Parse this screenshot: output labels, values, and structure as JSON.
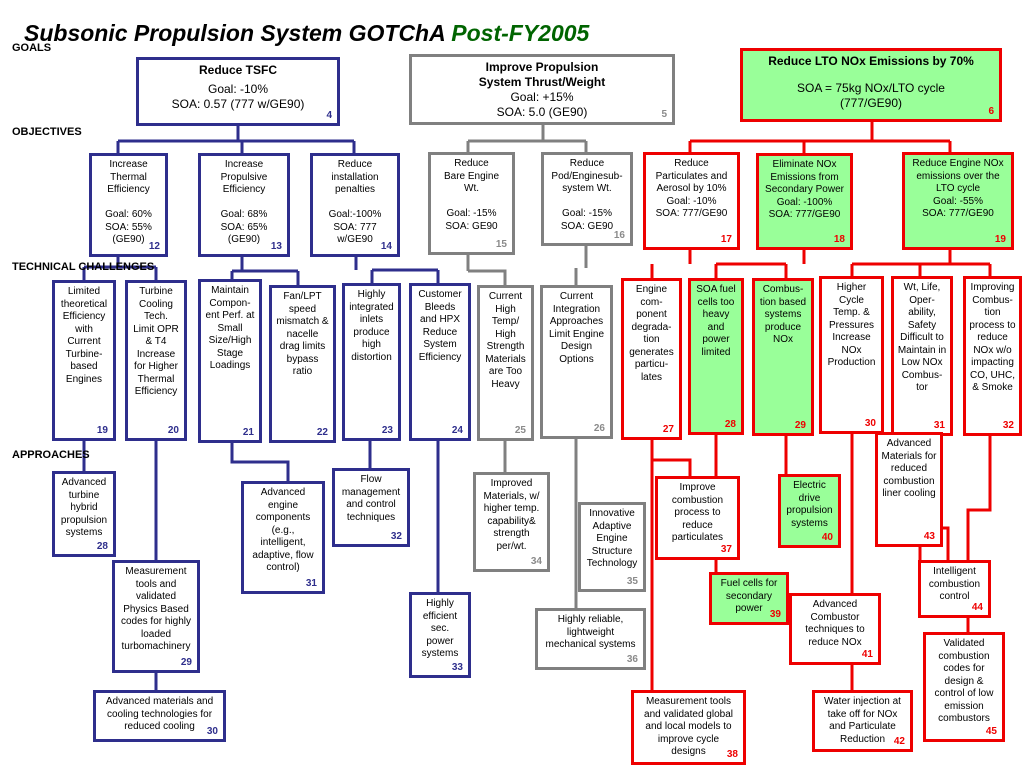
{
  "title": {
    "main": "Subsonic  Propulsion System GOTChA ",
    "highlight": "Post-FY2005"
  },
  "sections": {
    "goals": "GOALS",
    "objectives": "OBJECTIVES",
    "challenges": "TECHNICAL CHALLENGES",
    "approaches": "APPROACHES"
  },
  "colors": {
    "blue": "#2e2e8c",
    "gray": "#808080",
    "red": "#ee0000",
    "green_fill": "#99ff99",
    "highlight": "#006400"
  },
  "goals": {
    "g4": {
      "title": "Reduce TSFC",
      "body": "Goal: -10%\nSOA:  0.57 (777 w/GE90)",
      "num": "4"
    },
    "g5": {
      "title": "Improve Propulsion\nSystem Thrust/Weight",
      "body": "Goal: +15%\nSOA:  5.0  (GE90)",
      "num": "5"
    },
    "g6": {
      "title": "Reduce LTO NOx Emissions by 70%",
      "body": "SOA = 75kg NOx/LTO cycle\n(777/GE90)",
      "num": "6"
    }
  },
  "objectives": {
    "o12": {
      "text": "Increase\nThermal\nEfficiency\n\nGoal: 60%\nSOA: 55%\n(GE90)",
      "num": "12"
    },
    "o13": {
      "text": "Increase\nPropulsive\nEfficiency\n\nGoal: 68%\nSOA: 65%\n(GE90)",
      "num": "13"
    },
    "o14": {
      "text": "Reduce\ninstallation\npenalties\n\nGoal:-100%\nSOA: 777\nw/GE90",
      "num": "14"
    },
    "o15": {
      "text": "Reduce\nBare Engine\nWt.\n\nGoal:   -15%\nSOA: GE90",
      "num": "15"
    },
    "o16": {
      "text": "Reduce\nPod/Enginesub-\nsystem Wt.\n\nGoal:   -15%\nSOA: GE90",
      "num": "16"
    },
    "o17": {
      "text": "Reduce\nParticulates and\nAerosol by 10%\nGoal: -10%\nSOA: 777/GE90",
      "num": "17"
    },
    "o18": {
      "text": "Eliminate NOx\nEmissions from\nSecondary Power\nGoal: -100%\nSOA: 777/GE90",
      "num": "18"
    },
    "o19": {
      "text": "Reduce Engine NOx\nemissions over the\nLTO cycle\nGoal: -55%\nSOA: 777/GE90",
      "num": "19"
    }
  },
  "challenges": {
    "c19": {
      "text": "Limited\ntheoretical\nEfficiency\nwith\nCurrent\nTurbine-\nbased\nEngines",
      "num": "19"
    },
    "c20": {
      "text": "Turbine\nCooling\nTech.\nLimit OPR\n& T4\nIncrease\nfor Higher\nThermal\nEfficiency",
      "num": "20"
    },
    "c21": {
      "text": "Maintain\nCompon-\nent Perf. at\nSmall\nSize/High\nStage\nLoadings",
      "num": "21"
    },
    "c22": {
      "text": "Fan/LPT\nspeed\nmismatch &\nnacelle\ndrag limits\nbypass\nratio",
      "num": "22"
    },
    "c23": {
      "text": "Highly\nintegrated\ninlets\nproduce\nhigh\ndistortion",
      "num": "23"
    },
    "c24": {
      "text": "Customer\nBleeds\nand HPX\nReduce\nSystem\nEfficiency",
      "num": "24"
    },
    "c25": {
      "text": "Current\nHigh\nTemp/\nHigh\nStrength\nMaterials\nare Too\nHeavy",
      "num": "25"
    },
    "c26": {
      "text": "Current\nIntegration\nApproaches\nLimit Engine\nDesign\nOptions",
      "num": "26"
    },
    "c27": {
      "text": "Engine\ncom-\nponent\ndegrada-\ntion\ngenerates\nparticu-\nlates",
      "num": "27"
    },
    "c28": {
      "text": "SOA fuel\ncells too\nheavy\nand\npower\nlimited",
      "num": "28"
    },
    "c29": {
      "text": "Combus-\ntion based\nsystems\nproduce\nNOx",
      "num": "29"
    },
    "c30": {
      "text": "Higher\nCycle\nTemp. &\nPressures\nIncrease\nNOx\nProduction",
      "num": "30"
    },
    "c31": {
      "text": "Wt, Life,\nOper-\nability,\nSafety\nDifficult to\nMaintain in\nLow NOx\nCombus-\ntor",
      "num": "31"
    },
    "c32": {
      "text": "Improving\nCombus-\ntion\nprocess to\nreduce\nNOx w/o\nimpacting\nCO, UHC,\n& Smoke",
      "num": "32"
    }
  },
  "approaches": {
    "a28": {
      "text": "Advanced\nturbine\nhybrid\npropulsion\nsystems",
      "num": "28"
    },
    "a29": {
      "text": "Measurement\ntools and\nvalidated\nPhysics Based\ncodes for highly\nloaded\nturbomachinery",
      "num": "29"
    },
    "a30": {
      "text": "Advanced materials and\ncooling technologies for\nreduced cooling",
      "num": "30"
    },
    "a31": {
      "text": "Advanced\nengine\ncomponents\n(e.g.,\nintelligent,\nadaptive, flow\ncontrol)",
      "num": "31"
    },
    "a32": {
      "text": "Flow\nmanagement\nand control\ntechniques",
      "num": "32"
    },
    "a33": {
      "text": "Highly\nefficient\nsec.\npower\nsystems",
      "num": "33"
    },
    "a34": {
      "text": "Improved\nMaterials, w/\nhigher temp.\ncapability&\nstrength\nper/wt.",
      "num": "34"
    },
    "a35": {
      "text": "Innovative\nAdaptive\nEngine\nStructure\nTechnology",
      "num": "35"
    },
    "a36": {
      "text": "Highly reliable,\nlightweight\nmechanical systems",
      "num": "36"
    },
    "a37": {
      "text": "Improve\ncombustion\nprocess to\nreduce\nparticulates",
      "num": "37"
    },
    "a38": {
      "text": "Measurement tools\nand validated global\nand local models to\nimprove cycle\ndesigns",
      "num": "38"
    },
    "a39": {
      "text": "Fuel cells for\nsecondary\npower",
      "num": "39"
    },
    "a40": {
      "text": "Electric\ndrive\npropulsion\nsystems",
      "num": "40"
    },
    "a41": {
      "text": "Advanced\nCombustor\ntechniques to\nreduce NOx",
      "num": "41"
    },
    "a42": {
      "text": "Water injection at\ntake off for NOx\nand Particulate\nReduction",
      "num": "42"
    },
    "a43": {
      "text": "Advanced\nMaterials for\nreduced\ncombustion\nliner cooling",
      "num": "43"
    },
    "a44": {
      "text": "Intelligent\ncombustion\ncontrol",
      "num": "44"
    },
    "a45": {
      "text": "Validated\ncombustion\ncodes for\ndesign &\ncontrol of low\nemission\ncombustors",
      "num": "45"
    }
  }
}
